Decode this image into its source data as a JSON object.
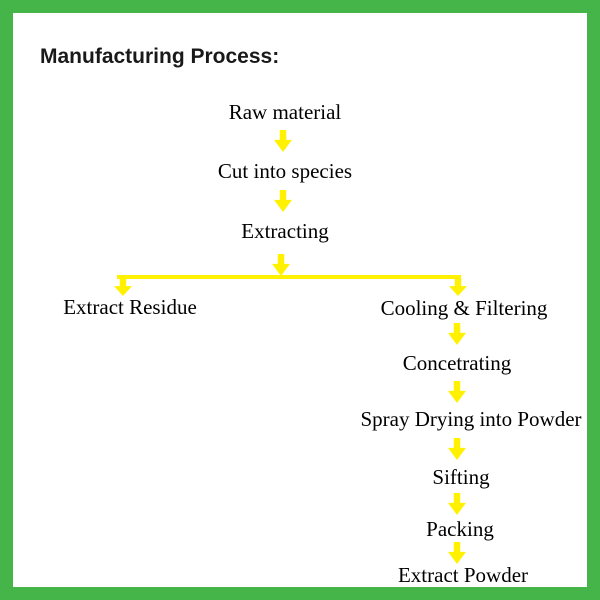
{
  "title": "Manufacturing Process:",
  "colors": {
    "border_green": "#45b549",
    "arrow_yellow": "#fff100",
    "text": "#000000",
    "title_text": "#191919"
  },
  "flow": {
    "top": [
      "Raw material",
      "Cut into species",
      "Extracting"
    ],
    "left_branch": "Extract Residue",
    "right_branch": [
      "Cooling & Filtering",
      "Concetrating",
      "Spray Drying into Powder",
      "Sifting",
      "Packing",
      "Extract Powder"
    ]
  }
}
